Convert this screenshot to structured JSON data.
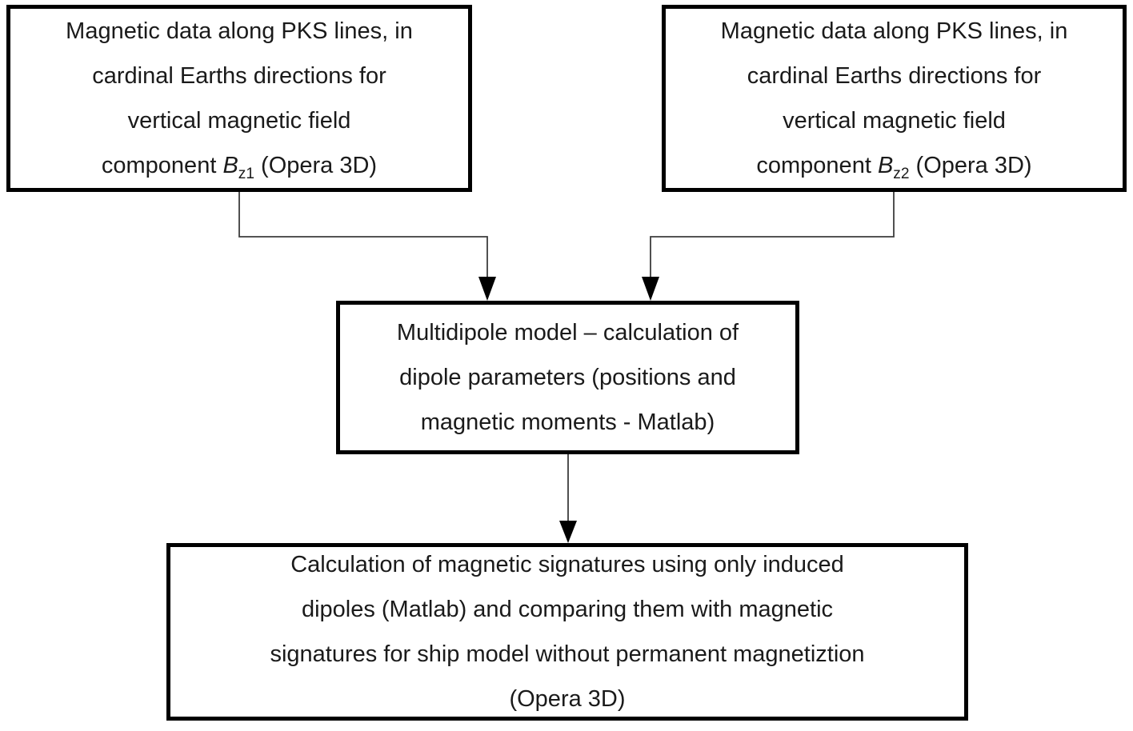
{
  "colors": {
    "box_border": "#000000",
    "box_background": "#ffffff",
    "text": "#1a1a1a",
    "connector_line": "#3d3d3d",
    "arrowhead": "#000000"
  },
  "boxes": {
    "top_left": {
      "lines": [
        "Magnetic data along PKS lines, in",
        "cardinal Earths directions for",
        "vertical magnetic field"
      ],
      "formula_line": {
        "prefix": "component ",
        "symbol": "B",
        "subscript": "z1",
        "suffix": " (Opera 3D)"
      }
    },
    "top_right": {
      "lines": [
        "Magnetic data along PKS lines, in",
        "cardinal Earths directions for",
        "vertical magnetic field"
      ],
      "formula_line": {
        "prefix": "component ",
        "symbol": "B",
        "subscript": "z2",
        "suffix": " (Opera 3D)"
      }
    },
    "middle": {
      "lines": [
        "Multidipole model – calculation of",
        "dipole parameters (positions and",
        "magnetic moments - Matlab)"
      ]
    },
    "bottom": {
      "lines": [
        "Calculation of magnetic signatures using only induced",
        "dipoles (Matlab) and comparing them with magnetic",
        "signatures for ship model without permanent magnetiztion",
        "(Opera 3D)"
      ]
    }
  }
}
